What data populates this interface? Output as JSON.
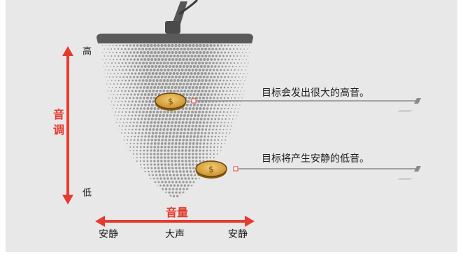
{
  "pitch": {
    "title": "音调",
    "high": "高",
    "low": "低"
  },
  "volume": {
    "title": "音量",
    "left": "安静",
    "center": "大声",
    "right": "安静"
  },
  "targets": [
    {
      "description": "目标会发出很大的高音。"
    },
    {
      "description": "目标将产生安静的低音。"
    }
  ],
  "colors": {
    "accent": "#e63b2e",
    "background": "#e8e8e8",
    "coil": "#555555",
    "coin": "#d9a441",
    "leader": "#8a8a8a"
  }
}
